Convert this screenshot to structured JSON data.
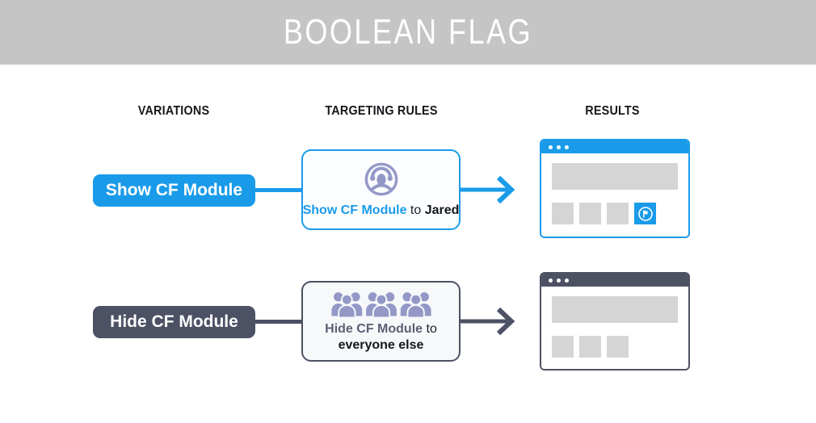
{
  "banner": {
    "title": "BOOLEAN FLAG"
  },
  "columns": [
    {
      "label": "VARIATIONS"
    },
    {
      "label": "TARGETING RULES"
    },
    {
      "label": "RESULTS"
    }
  ],
  "flows": [
    {
      "variation": "Show CF Module",
      "rule": {
        "flag": "Show CF Module",
        "connector": "to",
        "audience": "Jared"
      },
      "rule_icon": "user-headset-circle-icon",
      "result_window": {
        "gray_tiles": 3,
        "module_tile_visible": true,
        "module_icon": "flag-circle-icon"
      }
    },
    {
      "variation": "Hide CF Module",
      "rule": {
        "flag": "Hide CF Module",
        "connector": "to",
        "audience": "everyone else"
      },
      "rule_icon": "crowd-icon",
      "result_window": {
        "gray_tiles": 3,
        "module_tile_visible": false
      }
    }
  ],
  "colors": {
    "header_bg": "#c5c5c5",
    "accent_blue": "#1a9be9",
    "slate": "#4d5164",
    "icon_purple": "#9398c7",
    "placeholder_gray": "#d5d5d5",
    "card_bg_light": "#fcfdff",
    "card_bg_gray": "#f7f8fa"
  }
}
